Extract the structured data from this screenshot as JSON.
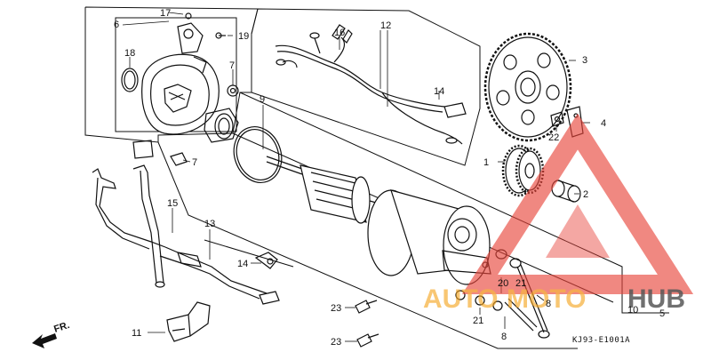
{
  "diagram": {
    "part_labels": {
      "p1": "1",
      "p2": "2",
      "p3": "3",
      "p4": "4",
      "p5": "5",
      "p6": "6",
      "p7a": "7",
      "p7b": "7",
      "p8a": "8",
      "p8b": "8",
      "p9": "9",
      "p10": "10",
      "p11": "11",
      "p12": "12",
      "p13": "13",
      "p14a": "14",
      "p14b": "14",
      "p15": "15",
      "p16": "16",
      "p17": "17",
      "p18": "18",
      "p19": "19",
      "p20": "20",
      "p21a": "21",
      "p21b": "21",
      "p22": "22",
      "p23a": "23",
      "p23b": "23"
    },
    "direction_label": "FR.",
    "drawing_code": "KJ93-E1001A"
  },
  "watermark": {
    "text_red": "AUTO",
    "text_orange": "MOTO",
    "text_dark": "HUB",
    "colors": {
      "red": "#e8443a",
      "orange": "#f5a623",
      "dark": "#3a3a3a"
    }
  }
}
